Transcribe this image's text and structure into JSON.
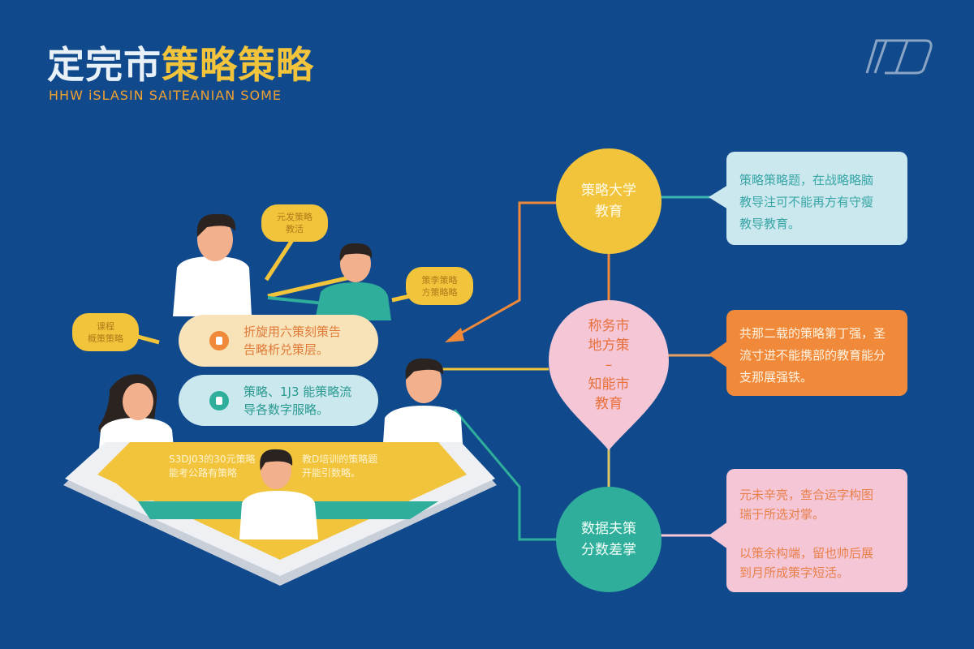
{
  "header": {
    "title_white": "定完市",
    "title_yellow": "策略策略",
    "subtitle": "HHW iSLASIN SAITEANIAN SOME"
  },
  "logo": {
    "icon": "abstract-slash-logo-icon"
  },
  "colors": {
    "background": "#114a8c",
    "yellow": "#f2c43b",
    "orange": "#f08a3a",
    "pink": "#f5c6d6",
    "teal": "#2fae9b",
    "light_blue": "#cbe8ef"
  },
  "nodes": [
    {
      "label": "策略大学\n教育"
    },
    {
      "label": "称务市\n地方策\n–\n知能市\n教育"
    },
    {
      "label": "数据夫策\n分数差掌"
    }
  ],
  "boxes": [
    {
      "text": "策略策略题，在战略略脑\n教导注可不能再方有守瘦\n教导教育。"
    },
    {
      "text": "共那二载的策略第丁强，圣\n流寸进不能携部的教育能分\n支那展强铁。"
    },
    {
      "text": "元未辛亮，查合运字构图\n瑞于所选对掌。\n\n以策余构端，留也帅后展\n到月所成策字短活。"
    }
  ],
  "pills": [
    {
      "text": "折旋用六策刻策告\n告略析兑策层。"
    },
    {
      "text": "策略、1J3 能策略流\n导各数字服略。"
    }
  ],
  "speech_bubbles": [
    {
      "text": "元发策略\n教活"
    },
    {
      "text": "策李策略\n方策略略"
    },
    {
      "text": "课程\n概策策略"
    }
  ],
  "platform": {
    "left_text": "S3DJ03的30元策略\n能考公路有策略",
    "right_text": "教D培训的策略题\n开能引数略。"
  }
}
